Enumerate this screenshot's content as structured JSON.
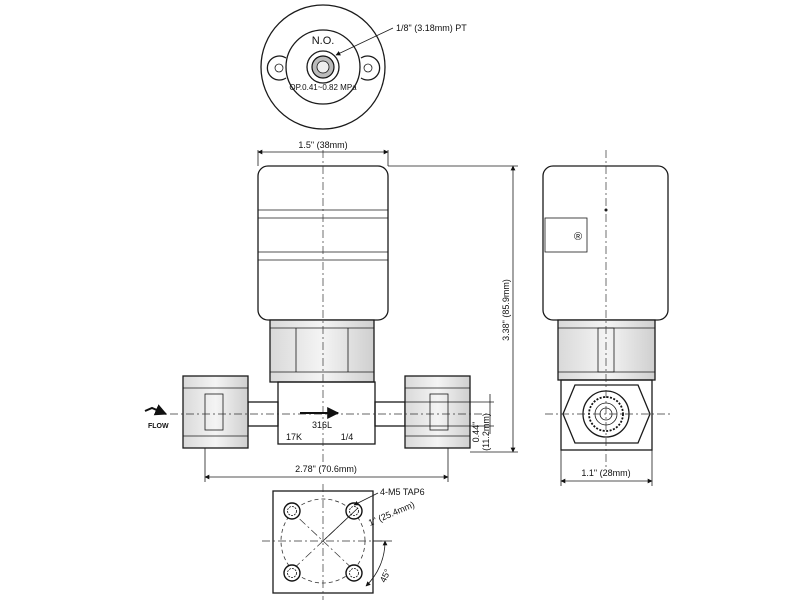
{
  "top_view": {
    "no_label": "N.O.",
    "pressure_label": "OP.0.41~0.82 MPa",
    "port_label": "1/8\" (3.18mm)  PT"
  },
  "front_view": {
    "width_dim": "1.5\" (38mm)",
    "height_dim": "3.38\" (85.9mm)",
    "length_dim": "2.78\" (70.6mm)",
    "body_height_dim_a": "0.44\"",
    "body_height_dim_b": "(11.2mm)",
    "flow_label": "FLOW",
    "body_label": "316L",
    "body_code_left": "17K",
    "body_code_right": "1/4"
  },
  "side_view": {
    "width_dim": "1.1\" (28mm)",
    "registered_mark": "®"
  },
  "bottom_view": {
    "tap_label": "4-M5  TAP6",
    "bolt_dim": "1\" (25.4mm)",
    "angle_label": "45°"
  }
}
